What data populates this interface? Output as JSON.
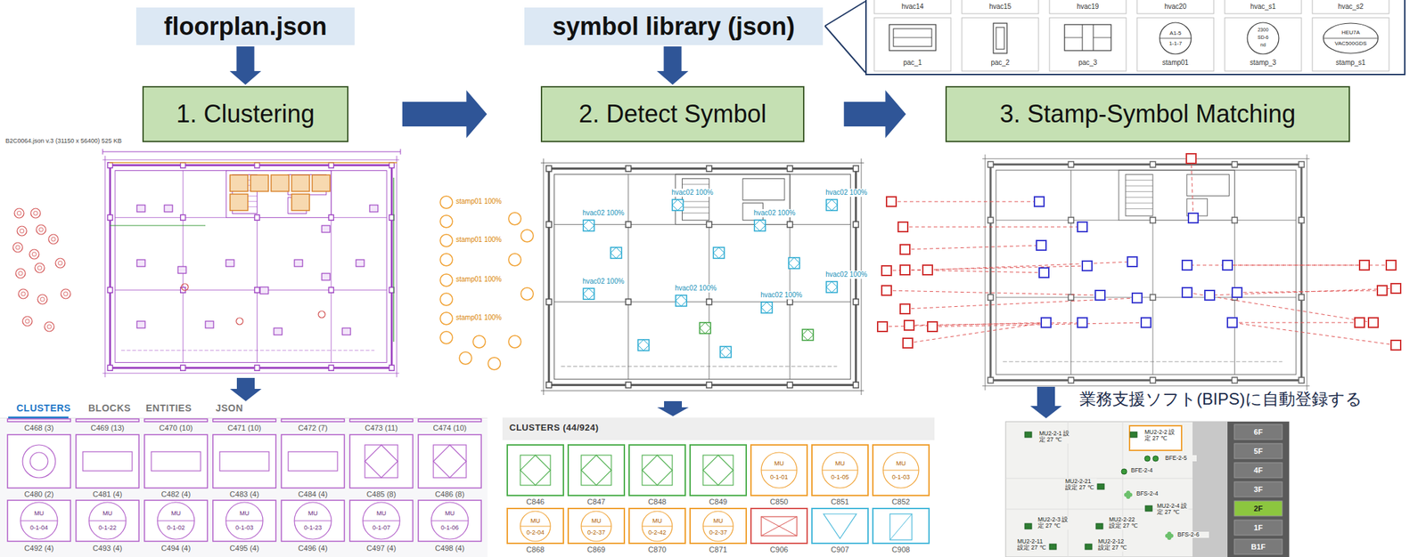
{
  "diagram": {
    "nodes": [
      {
        "text": [
          "floorplan.json"
        ]
      },
      {
        "text": [
          "symbol library (json)"
        ]
      },
      {
        "text": [
          "1. Clustering"
        ]
      },
      {
        "text": [
          "2. Detect Symbol"
        ]
      },
      {
        "text": [
          "3. Stamp-Symbol Matching"
        ]
      }
    ],
    "edges": [
      {
        "from": 0,
        "to": 2,
        "arrow": "to"
      },
      {
        "from": 1,
        "to": 3,
        "arrow": "to"
      },
      {
        "from": 2,
        "to": 3,
        "arrow": "to"
      },
      {
        "from": 3,
        "to": 4,
        "arrow": "to"
      }
    ],
    "labels": [
      "hvac14",
      "hvac15",
      "hvac19",
      "hvac20",
      "hvac_s1",
      "hvac_s2",
      "pac_1",
      "pac_2",
      "pac_3",
      "stamp01",
      "stamp_3",
      "stamp_s1",
      "A1-5",
      "1-1-7",
      "2300",
      "SD-6",
      "nd",
      "HEU7A",
      "VAC500GDS",
      "B2C0064.json v.3 (31150 x 56400) 525 KB",
      "stamp01 100%",
      "stamp01 100%",
      "stamp01 100%",
      "stamp01 100%",
      "hvac02 100%",
      "hvac02 100%",
      "hvac02 100%",
      "hvac02 100%",
      "hvac02 100%",
      "hvac02 100%",
      "hvac02 100%",
      "hvac02 100%",
      "CLUSTERS",
      "BLOCKS",
      "ENTITIES",
      "JSON",
      "C468 (3)",
      "C469 (13)",
      "C470 (10)",
      "C471 (10)",
      "C472 (7)",
      "C473 (11)",
      "C474 (10)",
      "C480 (2)",
      "C481 (4)",
      "C482 (4)",
      "C483 (4)",
      "C484 (4)",
      "C485 (8)",
      "C486 (8)",
      "C492 (4)",
      "C493 (4)",
      "C494 (4)",
      "C495 (4)",
      "C496 (4)",
      "C497 (4)",
      "C498 (4)",
      "MU",
      "0-1-04",
      "MU",
      "0-1-22",
      "MU",
      "0-1-02",
      "MU",
      "0-1-03",
      "MU",
      "0-1-23",
      "MU",
      "0-1-07",
      "MU",
      "0-1-06",
      "CLUSTERS (44/924)",
      "C846",
      "C847",
      "C848",
      "C849",
      "C850",
      "C851",
      "C852",
      "C868",
      "C869",
      "C870",
      "C871",
      "C906",
      "C907",
      "C908",
      "MU",
      "0-1-01",
      "MU",
      "0-1-05",
      "MU",
      "0-1-03",
      "MU",
      "0-2-04",
      "MU",
      "0-2-37",
      "MU",
      "0-2-42",
      "MU",
      "0-2-37",
      "業務支援ソフト(BIPS)に自動登録する",
      "MU2-2-1 設定 27 ℃",
      "MU2-2-2 設定 27 ℃",
      "BFE-2-4",
      "BFE-2-5",
      "MU2-2-21 設定 27 ℃",
      "BFS-2-4",
      "MU2-2-4 設定 27 ℃",
      "MU2-2-3 設定 27 ℃",
      "MU2-2-22 設定 27 ℃",
      "BFS-2-6",
      "MU2-2-11 設定 27 ℃",
      "MU2-2-12 設定 27 ℃",
      "6F",
      "5F",
      "4F",
      "3F",
      "2F",
      "1F",
      "B1F"
    ]
  }
}
